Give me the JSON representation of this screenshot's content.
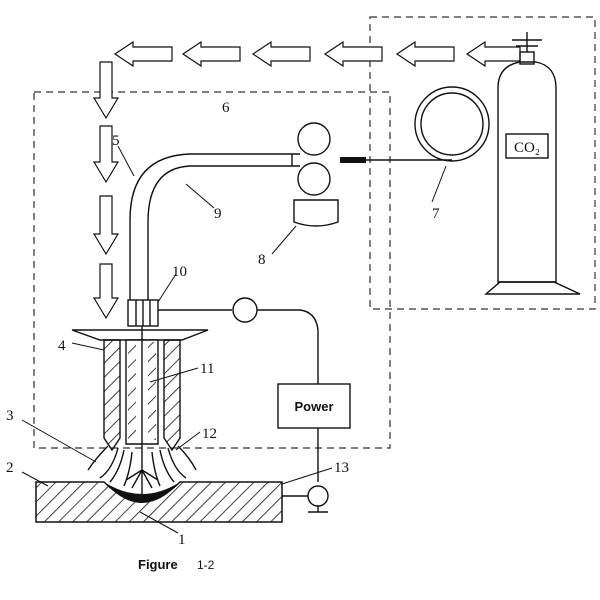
{
  "labels": {
    "n1": "1",
    "n2": "2",
    "n3": "3",
    "n4": "4",
    "n5": "5",
    "n6": "6",
    "n7": "7",
    "n8": "8",
    "n9": "9",
    "n10": "10",
    "n11": "11",
    "n12": "12",
    "n13": "13"
  },
  "power_label": "Power",
  "cylinder_label": "CO₂",
  "caption": {
    "title": "Figure",
    "number": "1-2"
  }
}
